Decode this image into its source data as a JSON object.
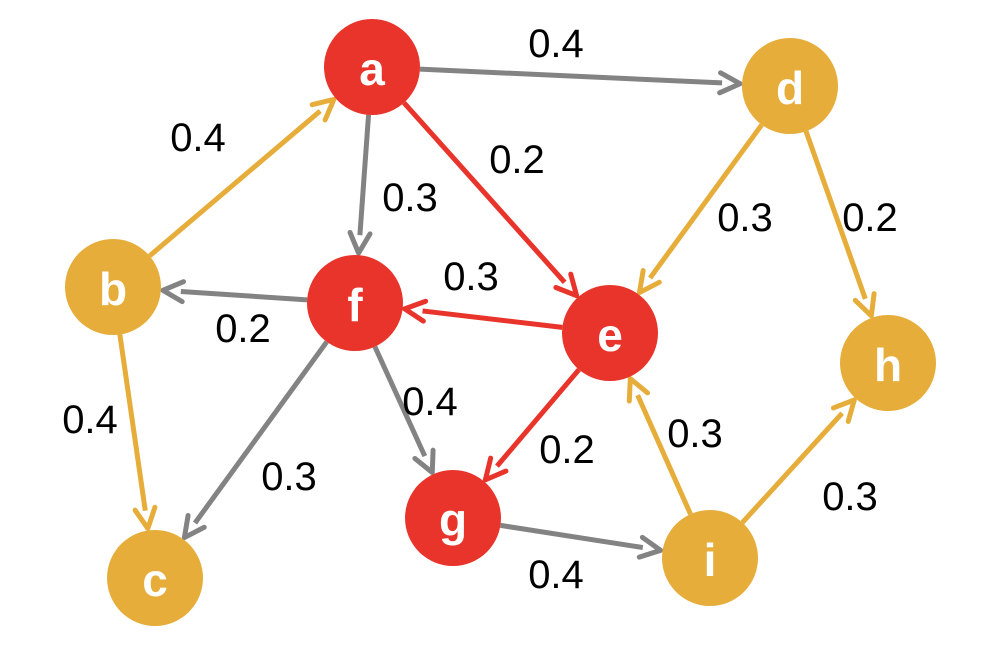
{
  "colors": {
    "highlight": "#e8342a",
    "normal": "#e6ad3a",
    "grey": "#838383",
    "label": "#000000"
  },
  "nodes": [
    {
      "id": "a",
      "label": "a",
      "color": "#e8342a"
    },
    {
      "id": "b",
      "label": "b",
      "color": "#e6ad3a"
    },
    {
      "id": "c",
      "label": "c",
      "color": "#e6ad3a"
    },
    {
      "id": "d",
      "label": "d",
      "color": "#e6ad3a"
    },
    {
      "id": "e",
      "label": "e",
      "color": "#e8342a"
    },
    {
      "id": "f",
      "label": "f",
      "color": "#e8342a"
    },
    {
      "id": "g",
      "label": "g",
      "color": "#e8342a"
    },
    {
      "id": "h",
      "label": "h",
      "color": "#e6ad3a"
    },
    {
      "id": "i",
      "label": "i",
      "color": "#e6ad3a"
    }
  ],
  "edges": [
    {
      "id": "a-d",
      "from": "a",
      "to": "d",
      "weight": "0.4",
      "color": "#838383"
    },
    {
      "id": "b-a",
      "from": "b",
      "to": "a",
      "weight": "0.4",
      "color": "#e6ad3a"
    },
    {
      "id": "a-f",
      "from": "a",
      "to": "f",
      "weight": "0.3",
      "color": "#838383"
    },
    {
      "id": "a-e",
      "from": "a",
      "to": "e",
      "weight": "0.2",
      "color": "#e8342a"
    },
    {
      "id": "d-e",
      "from": "d",
      "to": "e",
      "weight": "0.3",
      "color": "#e6ad3a"
    },
    {
      "id": "d-h",
      "from": "d",
      "to": "h",
      "weight": "0.2",
      "color": "#e6ad3a"
    },
    {
      "id": "e-f",
      "from": "e",
      "to": "f",
      "weight": "0.3",
      "color": "#e8342a"
    },
    {
      "id": "f-b",
      "from": "f",
      "to": "b",
      "weight": "0.2",
      "color": "#838383"
    },
    {
      "id": "b-c",
      "from": "b",
      "to": "c",
      "weight": "0.4",
      "color": "#e6ad3a"
    },
    {
      "id": "f-c",
      "from": "f",
      "to": "c",
      "weight": "0.3",
      "color": "#838383"
    },
    {
      "id": "f-g",
      "from": "f",
      "to": "g",
      "weight": "0.4",
      "color": "#838383"
    },
    {
      "id": "e-g",
      "from": "e",
      "to": "g",
      "weight": "0.2",
      "color": "#e8342a"
    },
    {
      "id": "i-e",
      "from": "i",
      "to": "e",
      "weight": "0.3",
      "color": "#e6ad3a"
    },
    {
      "id": "i-h",
      "from": "i",
      "to": "h",
      "weight": "0.3",
      "color": "#e6ad3a"
    },
    {
      "id": "g-i",
      "from": "g",
      "to": "i",
      "weight": "0.4",
      "color": "#838383"
    }
  ]
}
